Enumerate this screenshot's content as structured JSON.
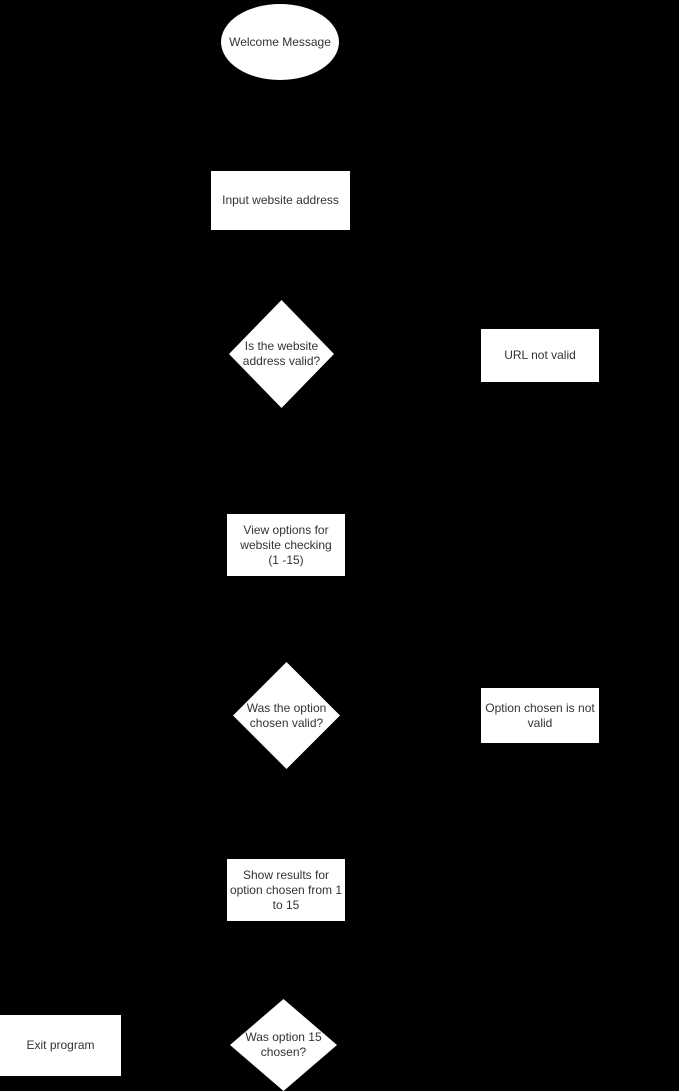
{
  "canvas": {
    "background_color": "#000000",
    "shape_fill_color": "#ffffff",
    "text_color": "#333333"
  },
  "flowchart": {
    "nodes": [
      {
        "id": "welcome",
        "type": "terminator-ellipse",
        "label": "Welcome Message"
      },
      {
        "id": "input-website",
        "type": "process-rect",
        "label": "Input website address"
      },
      {
        "id": "website-valid",
        "type": "decision-diamond",
        "label": "Is the website\naddress valid?"
      },
      {
        "id": "url-not-valid",
        "type": "process-rect",
        "label": "URL not valid"
      },
      {
        "id": "view-options",
        "type": "process-rect",
        "label": "View options for\nwebsite checking\n(1 -15)"
      },
      {
        "id": "option-valid",
        "type": "decision-diamond",
        "label": "Was the option\nchosen valid?"
      },
      {
        "id": "option-not-valid",
        "type": "process-rect",
        "label": "Option chosen is not\nvalid"
      },
      {
        "id": "show-results",
        "type": "process-rect",
        "label": "Show results for\noption chosen from 1\nto 15"
      },
      {
        "id": "option-15-chosen",
        "type": "decision-diamond",
        "label": "Was option 15\nchosen?"
      },
      {
        "id": "exit-program",
        "type": "process-rect",
        "label": "Exit program"
      }
    ]
  }
}
